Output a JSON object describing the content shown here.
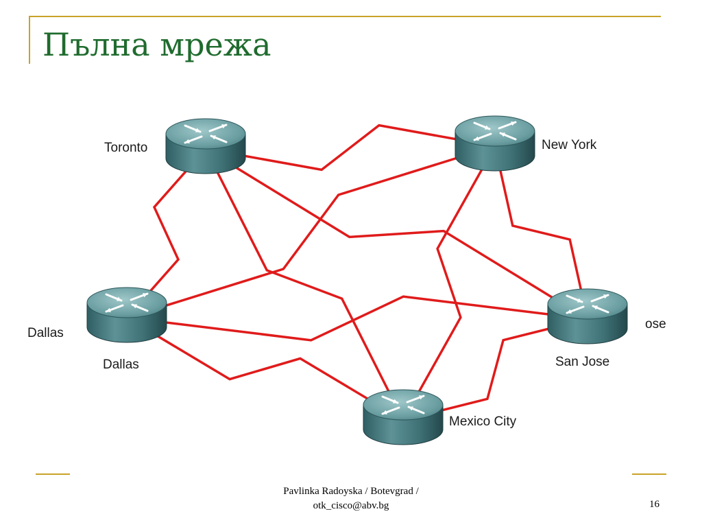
{
  "slide": {
    "title": "Пълна мрежа",
    "accent_color": "#C9A227",
    "title_color": "#1F6B2E"
  },
  "diagram": {
    "link_color": "#E01B1B",
    "router_icon": "router-icon",
    "routers": [
      {
        "id": "toronto",
        "label": "Toronto"
      },
      {
        "id": "new-york",
        "label": "New York"
      },
      {
        "id": "dallas",
        "label": "Dallas"
      },
      {
        "id": "san-jose",
        "label": "San Jose"
      },
      {
        "id": "mexico-city",
        "label": "Mexico City"
      }
    ],
    "ghost_labels": {
      "left": "Dallas",
      "right": "ose"
    },
    "links": [
      {
        "from": "toronto",
        "to": "new-york"
      },
      {
        "from": "toronto",
        "to": "dallas"
      },
      {
        "from": "toronto",
        "to": "san-jose"
      },
      {
        "from": "toronto",
        "to": "mexico-city"
      },
      {
        "from": "new-york",
        "to": "dallas"
      },
      {
        "from": "new-york",
        "to": "san-jose"
      },
      {
        "from": "new-york",
        "to": "mexico-city"
      },
      {
        "from": "dallas",
        "to": "san-jose"
      },
      {
        "from": "dallas",
        "to": "mexico-city"
      },
      {
        "from": "san-jose",
        "to": "mexico-city"
      }
    ]
  },
  "footer": {
    "author_line1": "Pavlinka Radoyska / Botevgrad /",
    "author_line2": "otk_cisco@abv.bg",
    "page_number": "16"
  }
}
